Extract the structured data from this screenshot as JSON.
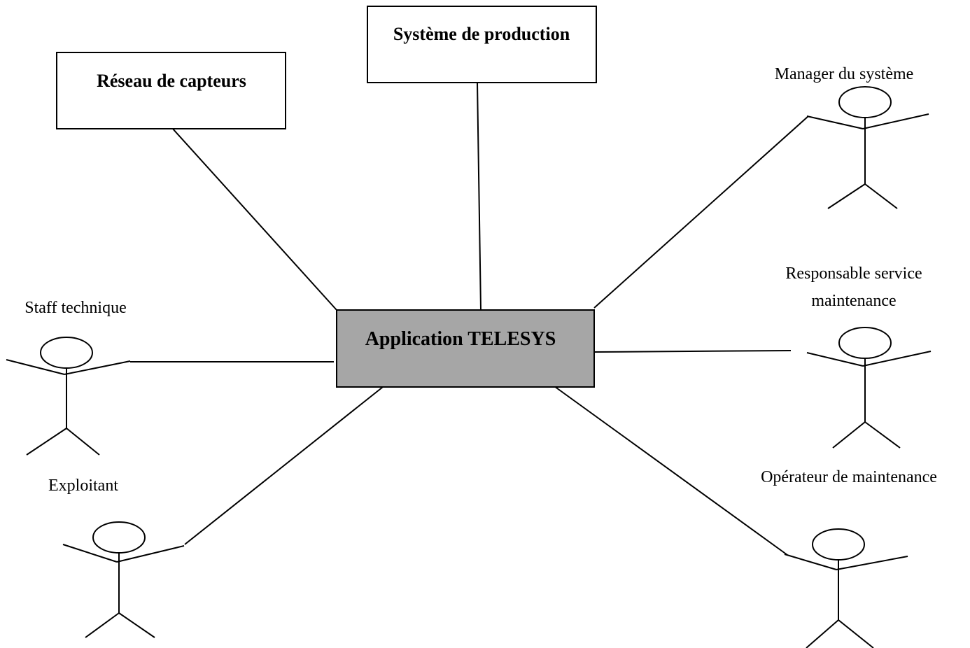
{
  "center": {
    "label": "Application TELESYS",
    "fill_color": "#a6a6a6"
  },
  "systems": {
    "reseau": "Réseau de capteurs",
    "production": "Système de production"
  },
  "actors": {
    "manager": {
      "label": "Manager du système"
    },
    "responsable": {
      "label_line1": "Responsable service",
      "label_line2": "maintenance"
    },
    "operateur": {
      "label": "Opérateur de maintenance"
    },
    "staff": {
      "label": "Staff technique"
    },
    "exploitant": {
      "label": "Exploitant"
    }
  }
}
